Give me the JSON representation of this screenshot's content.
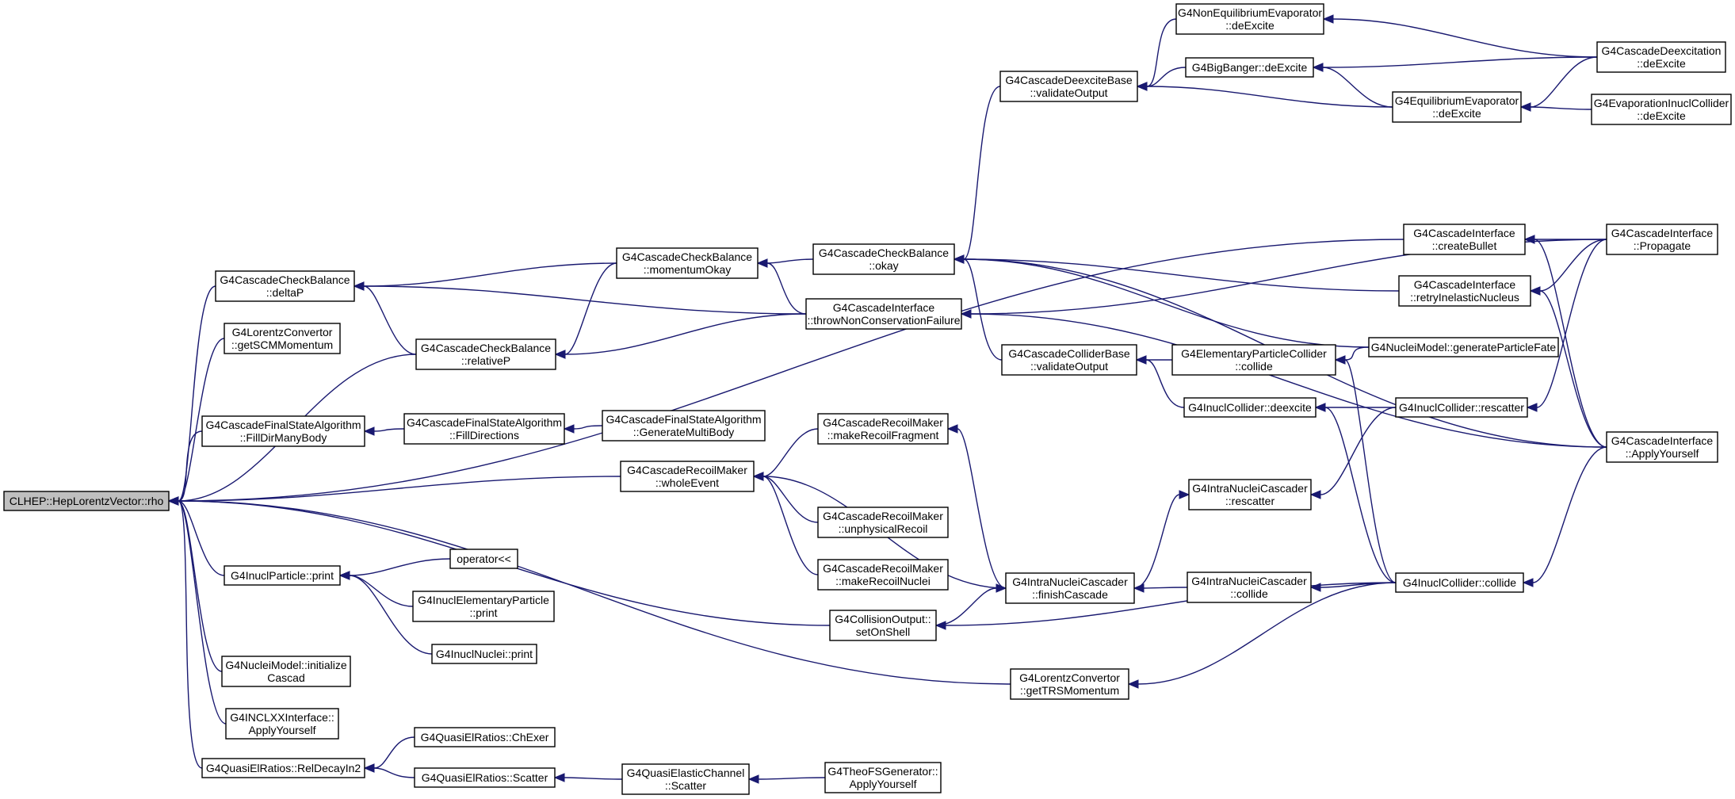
{
  "nodes": [
    {
      "id": "rho",
      "lines": [
        "CLHEP::HepLorentzVector::rho"
      ],
      "root": true
    },
    {
      "id": "deltaP",
      "lines": [
        "G4CascadeCheckBalance",
        "::deltaP"
      ]
    },
    {
      "id": "getSCM",
      "lines": [
        "G4LorentzConvertor",
        "::getSCMMomentum"
      ]
    },
    {
      "id": "relativeP",
      "lines": [
        "G4CascadeCheckBalance",
        "::relativeP"
      ]
    },
    {
      "id": "fillDirMany",
      "lines": [
        "G4CascadeFinalStateAlgorithm",
        "::FillDirManyBody"
      ]
    },
    {
      "id": "inuclPrint",
      "lines": [
        "G4InuclParticle::print"
      ]
    },
    {
      "id": "nucleiInit",
      "lines": [
        "G4NucleiModel::initialize",
        "Cascad"
      ]
    },
    {
      "id": "inclxx",
      "lines": [
        "G4INCLXXInterface::",
        "ApplyYourself"
      ]
    },
    {
      "id": "relDecay",
      "lines": [
        "G4QuasiElRatios::RelDecayIn2"
      ]
    },
    {
      "id": "momOkay",
      "lines": [
        "G4CascadeCheckBalance",
        "::momentumOkay"
      ]
    },
    {
      "id": "fillDir",
      "lines": [
        "G4CascadeFinalStateAlgorithm",
        "::FillDirections"
      ]
    },
    {
      "id": "genMulti",
      "lines": [
        "G4CascadeFinalStateAlgorithm",
        "::GenerateMultiBody"
      ]
    },
    {
      "id": "wholeEvent",
      "lines": [
        "G4CascadeRecoilMaker",
        "::wholeEvent"
      ]
    },
    {
      "id": "opLeft",
      "lines": [
        "operator<<"
      ]
    },
    {
      "id": "elemPrint",
      "lines": [
        "G4InuclElementaryParticle",
        "::print"
      ]
    },
    {
      "id": "nucleiPrint",
      "lines": [
        "G4InuclNuclei::print"
      ]
    },
    {
      "id": "chExer",
      "lines": [
        "G4QuasiElRatios::ChExer"
      ]
    },
    {
      "id": "qerScatter",
      "lines": [
        "G4QuasiElRatios::Scatter"
      ]
    },
    {
      "id": "okay",
      "lines": [
        "G4CascadeCheckBalance",
        "::okay"
      ]
    },
    {
      "id": "throwNCF",
      "lines": [
        "G4CascadeInterface",
        "::throwNonConservationFailure"
      ]
    },
    {
      "id": "recoilFrag",
      "lines": [
        "G4CascadeRecoilMaker",
        "::makeRecoilFragment"
      ]
    },
    {
      "id": "unphys",
      "lines": [
        "G4CascadeRecoilMaker",
        "::unphysicalRecoil"
      ]
    },
    {
      "id": "recoilNuclei",
      "lines": [
        "G4CascadeRecoilMaker",
        "::makeRecoilNuclei"
      ]
    },
    {
      "id": "setOnShell",
      "lines": [
        "G4CollisionOutput::",
        "setOnShell"
      ]
    },
    {
      "id": "qecScatter",
      "lines": [
        "G4QuasiElasticChannel",
        "::Scatter"
      ]
    },
    {
      "id": "theoFS",
      "lines": [
        "G4TheoFSGenerator::",
        "ApplyYourself"
      ]
    },
    {
      "id": "deexValidate",
      "lines": [
        "G4CascadeDeexciteBase",
        "::validateOutput"
      ]
    },
    {
      "id": "collValidate",
      "lines": [
        "G4CascadeColliderBase",
        "::validateOutput"
      ]
    },
    {
      "id": "finishCascade",
      "lines": [
        "G4IntraNucleiCascader",
        "::finishCascade"
      ]
    },
    {
      "id": "getTRS",
      "lines": [
        "G4LorentzConvertor",
        "::getTRSMomentum"
      ]
    },
    {
      "id": "noneqDeex",
      "lines": [
        "G4NonEquilibriumEvaporator",
        "::deExcite"
      ]
    },
    {
      "id": "bigBanger",
      "lines": [
        "G4BigBanger::deExcite"
      ]
    },
    {
      "id": "elemCollide",
      "lines": [
        "G4ElementaryParticleCollider",
        "::collide"
      ]
    },
    {
      "id": "deexcite",
      "lines": [
        "G4InuclCollider::deexcite"
      ]
    },
    {
      "id": "incRescatter",
      "lines": [
        "G4IntraNucleiCascader",
        "::rescatter"
      ]
    },
    {
      "id": "incCollide",
      "lines": [
        "G4IntraNucleiCascader",
        "::collide"
      ]
    },
    {
      "id": "createBullet",
      "lines": [
        "G4CascadeInterface",
        "::createBullet"
      ]
    },
    {
      "id": "retryInel",
      "lines": [
        "G4CascadeInterface",
        "::retryInelasticNucleus"
      ]
    },
    {
      "id": "genFate",
      "lines": [
        "G4NucleiModel::generateParticleFate"
      ]
    },
    {
      "id": "icRescatter",
      "lines": [
        "G4InuclCollider::rescatter"
      ]
    },
    {
      "id": "icCollide",
      "lines": [
        "G4InuclCollider::collide"
      ]
    },
    {
      "id": "eqEvap",
      "lines": [
        "G4EquilibriumEvaporator",
        "::deExcite"
      ]
    },
    {
      "id": "cascDeex",
      "lines": [
        "G4CascadeDeexcitation",
        "::deExcite"
      ]
    },
    {
      "id": "evapColl",
      "lines": [
        "G4EvaporationInuclCollider",
        "::deExcite"
      ]
    },
    {
      "id": "propagate",
      "lines": [
        "G4CascadeInterface",
        "::Propagate"
      ]
    },
    {
      "id": "casApply",
      "lines": [
        "G4CascadeInterface",
        "::ApplyYourself"
      ]
    }
  ],
  "edges": [
    [
      "deltaP",
      "rho"
    ],
    [
      "getSCM",
      "rho"
    ],
    [
      "relativeP",
      "rho"
    ],
    [
      "fillDirMany",
      "rho"
    ],
    [
      "inuclPrint",
      "rho"
    ],
    [
      "nucleiInit",
      "rho"
    ],
    [
      "inclxx",
      "rho"
    ],
    [
      "relDecay",
      "rho"
    ],
    [
      "wholeEvent",
      "rho"
    ],
    [
      "setOnShell",
      "rho"
    ],
    [
      "getTRS",
      "rho"
    ],
    [
      "createBullet",
      "rho"
    ],
    [
      "momOkay",
      "deltaP"
    ],
    [
      "relativeP",
      "deltaP"
    ],
    [
      "throwNCF",
      "deltaP"
    ],
    [
      "momOkay",
      "relativeP"
    ],
    [
      "throwNCF",
      "relativeP"
    ],
    [
      "okay",
      "momOkay"
    ],
    [
      "throwNCF",
      "momOkay"
    ],
    [
      "fillDir",
      "fillDirMany"
    ],
    [
      "genMulti",
      "fillDir"
    ],
    [
      "opLeft",
      "inuclPrint"
    ],
    [
      "elemPrint",
      "inuclPrint"
    ],
    [
      "nucleiPrint",
      "inuclPrint"
    ],
    [
      "chExer",
      "relDecay"
    ],
    [
      "qerScatter",
      "relDecay"
    ],
    [
      "qecScatter",
      "qerScatter"
    ],
    [
      "theoFS",
      "qecScatter"
    ],
    [
      "recoilFrag",
      "wholeEvent"
    ],
    [
      "unphys",
      "wholeEvent"
    ],
    [
      "recoilNuclei",
      "wholeEvent"
    ],
    [
      "finishCascade",
      "wholeEvent"
    ],
    [
      "finishCascade",
      "recoilFrag"
    ],
    [
      "deexValidate",
      "okay"
    ],
    [
      "collValidate",
      "okay"
    ],
    [
      "retryInel",
      "okay"
    ],
    [
      "genFate",
      "okay"
    ],
    [
      "casApply",
      "okay"
    ],
    [
      "propagate",
      "throwNCF"
    ],
    [
      "casApply",
      "throwNCF"
    ],
    [
      "noneqDeex",
      "deexValidate"
    ],
    [
      "bigBanger",
      "deexValidate"
    ],
    [
      "eqEvap",
      "deexValidate"
    ],
    [
      "cascDeex",
      "noneqDeex"
    ],
    [
      "cascDeex",
      "bigBanger"
    ],
    [
      "eqEvap",
      "bigBanger"
    ],
    [
      "cascDeex",
      "eqEvap"
    ],
    [
      "evapColl",
      "eqEvap"
    ],
    [
      "elemCollide",
      "collValidate"
    ],
    [
      "deexcite",
      "collValidate"
    ],
    [
      "genFate",
      "elemCollide"
    ],
    [
      "icCollide",
      "elemCollide"
    ],
    [
      "icRescatter",
      "deexcite"
    ],
    [
      "icCollide",
      "deexcite"
    ],
    [
      "icRescatter",
      "incRescatter"
    ],
    [
      "finishCascade",
      "incRescatter"
    ],
    [
      "incCollide",
      "finishCascade"
    ],
    [
      "setOnShell",
      "finishCascade"
    ],
    [
      "icCollide",
      "incCollide"
    ],
    [
      "icCollide",
      "setOnShell"
    ],
    [
      "icCollide",
      "getTRS"
    ],
    [
      "propagate",
      "createBullet"
    ],
    [
      "casApply",
      "createBullet"
    ],
    [
      "propagate",
      "retryInel"
    ],
    [
      "casApply",
      "retryInel"
    ],
    [
      "propagate",
      "icRescatter"
    ],
    [
      "casApply",
      "icCollide"
    ]
  ]
}
